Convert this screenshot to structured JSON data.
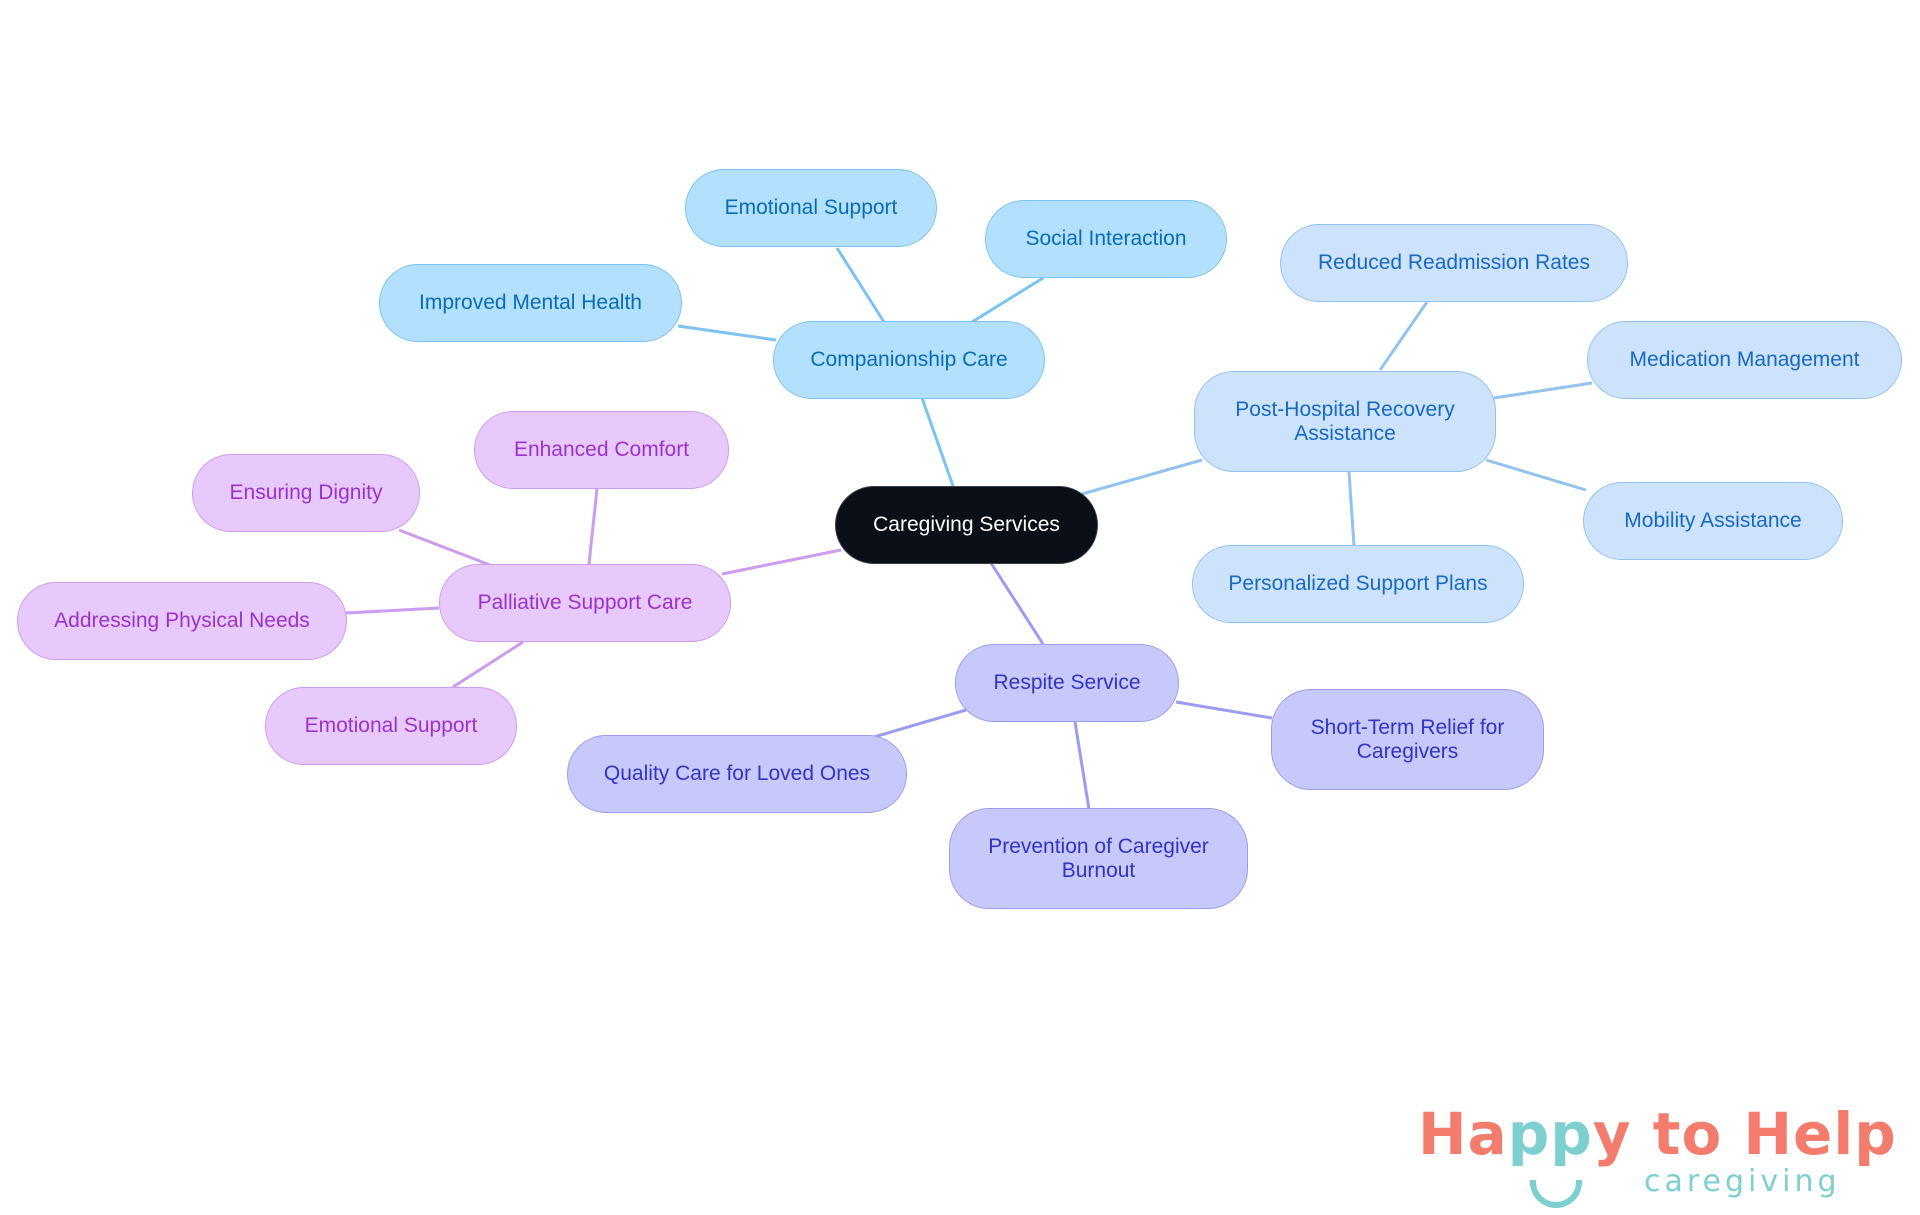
{
  "diagram": {
    "root": {
      "label": "Caregiving Services"
    },
    "branches": {
      "companionship": {
        "label": "Companionship Care",
        "children": [
          "Emotional Support",
          "Social Interaction",
          "Improved Mental Health"
        ]
      },
      "post_hospital": {
        "label": "Post-Hospital Recovery Assistance",
        "children": [
          "Reduced Readmission Rates",
          "Medication Management",
          "Mobility Assistance",
          "Personalized Support Plans"
        ]
      },
      "respite": {
        "label": "Respite Service",
        "children": [
          "Short-Term Relief for Caregivers",
          "Prevention of Caregiver Burnout",
          "Quality Care for Loved Ones"
        ]
      },
      "palliative": {
        "label": "Palliative Support Care",
        "children": [
          "Enhanced Comfort",
          "Ensuring Dignity",
          "Addressing Physical Needs",
          "Emotional Support"
        ]
      }
    },
    "colors": {
      "root": "#0b0f17",
      "companionship": "#b3e0fc",
      "post_hospital": "#cce3fb",
      "respite": "#c8c9fb",
      "palliative": "#e8c9fb"
    }
  },
  "logo": {
    "title_a": "Ha",
    "title_pp": "pp",
    "title_b": "y to Help",
    "subtitle": "caregiving",
    "coral": "#f47c6c",
    "teal": "#7ecfcf"
  }
}
